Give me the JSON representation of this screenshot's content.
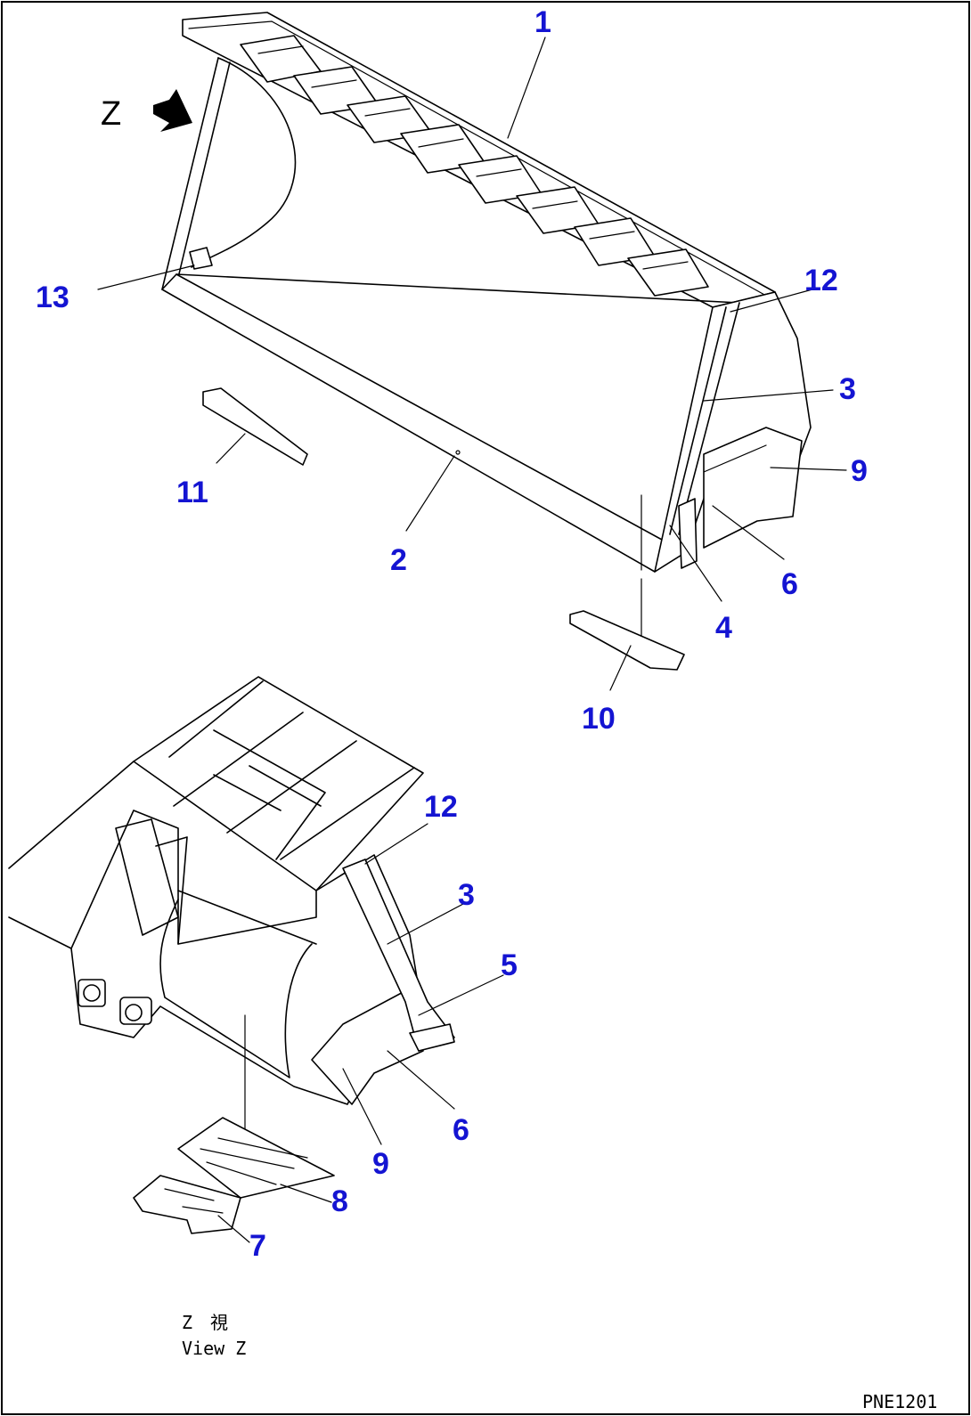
{
  "view_marker": "Z",
  "callouts": {
    "c1": "1",
    "c2": "2",
    "c3": "3",
    "c4": "4",
    "c5": "5",
    "c6": "6",
    "c7": "7",
    "c8": "8",
    "c9": "9",
    "c10": "10",
    "c11": "11",
    "c12": "12",
    "c13": "13"
  },
  "view_caption": {
    "jp": "Z　視",
    "en": "View Z"
  },
  "drawing_code": "PNE1201"
}
